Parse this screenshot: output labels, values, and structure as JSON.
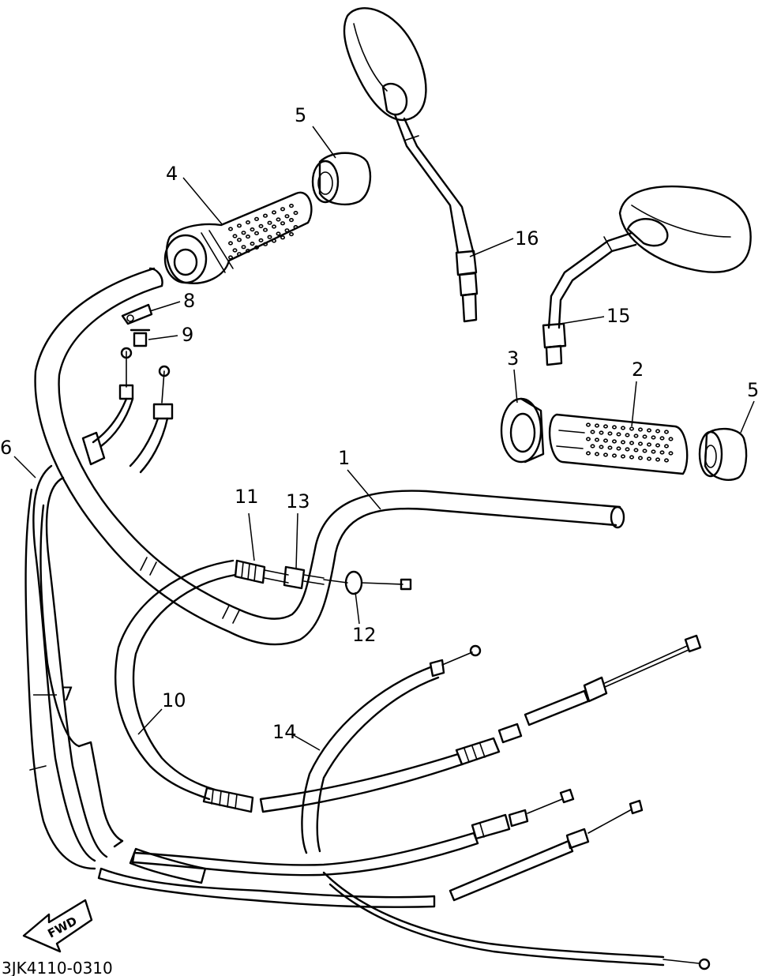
{
  "callouts": [
    {
      "id": "1",
      "label": "1"
    },
    {
      "id": "2",
      "label": "2"
    },
    {
      "id": "3",
      "label": "3"
    },
    {
      "id": "4",
      "label": "4"
    },
    {
      "id": "5a",
      "label": "5"
    },
    {
      "id": "5b",
      "label": "5"
    },
    {
      "id": "6",
      "label": "6"
    },
    {
      "id": "7",
      "label": "7"
    },
    {
      "id": "8",
      "label": "8"
    },
    {
      "id": "9",
      "label": "9"
    },
    {
      "id": "10",
      "label": "10"
    },
    {
      "id": "11",
      "label": "11"
    },
    {
      "id": "12",
      "label": "12"
    },
    {
      "id": "13",
      "label": "13"
    },
    {
      "id": "14",
      "label": "14"
    },
    {
      "id": "15",
      "label": "15"
    },
    {
      "id": "16",
      "label": "16"
    }
  ],
  "direction_arrow": {
    "label": "FWD",
    "icon": "fwd-arrow-icon"
  },
  "diagram_code": "3JK4110-0310"
}
